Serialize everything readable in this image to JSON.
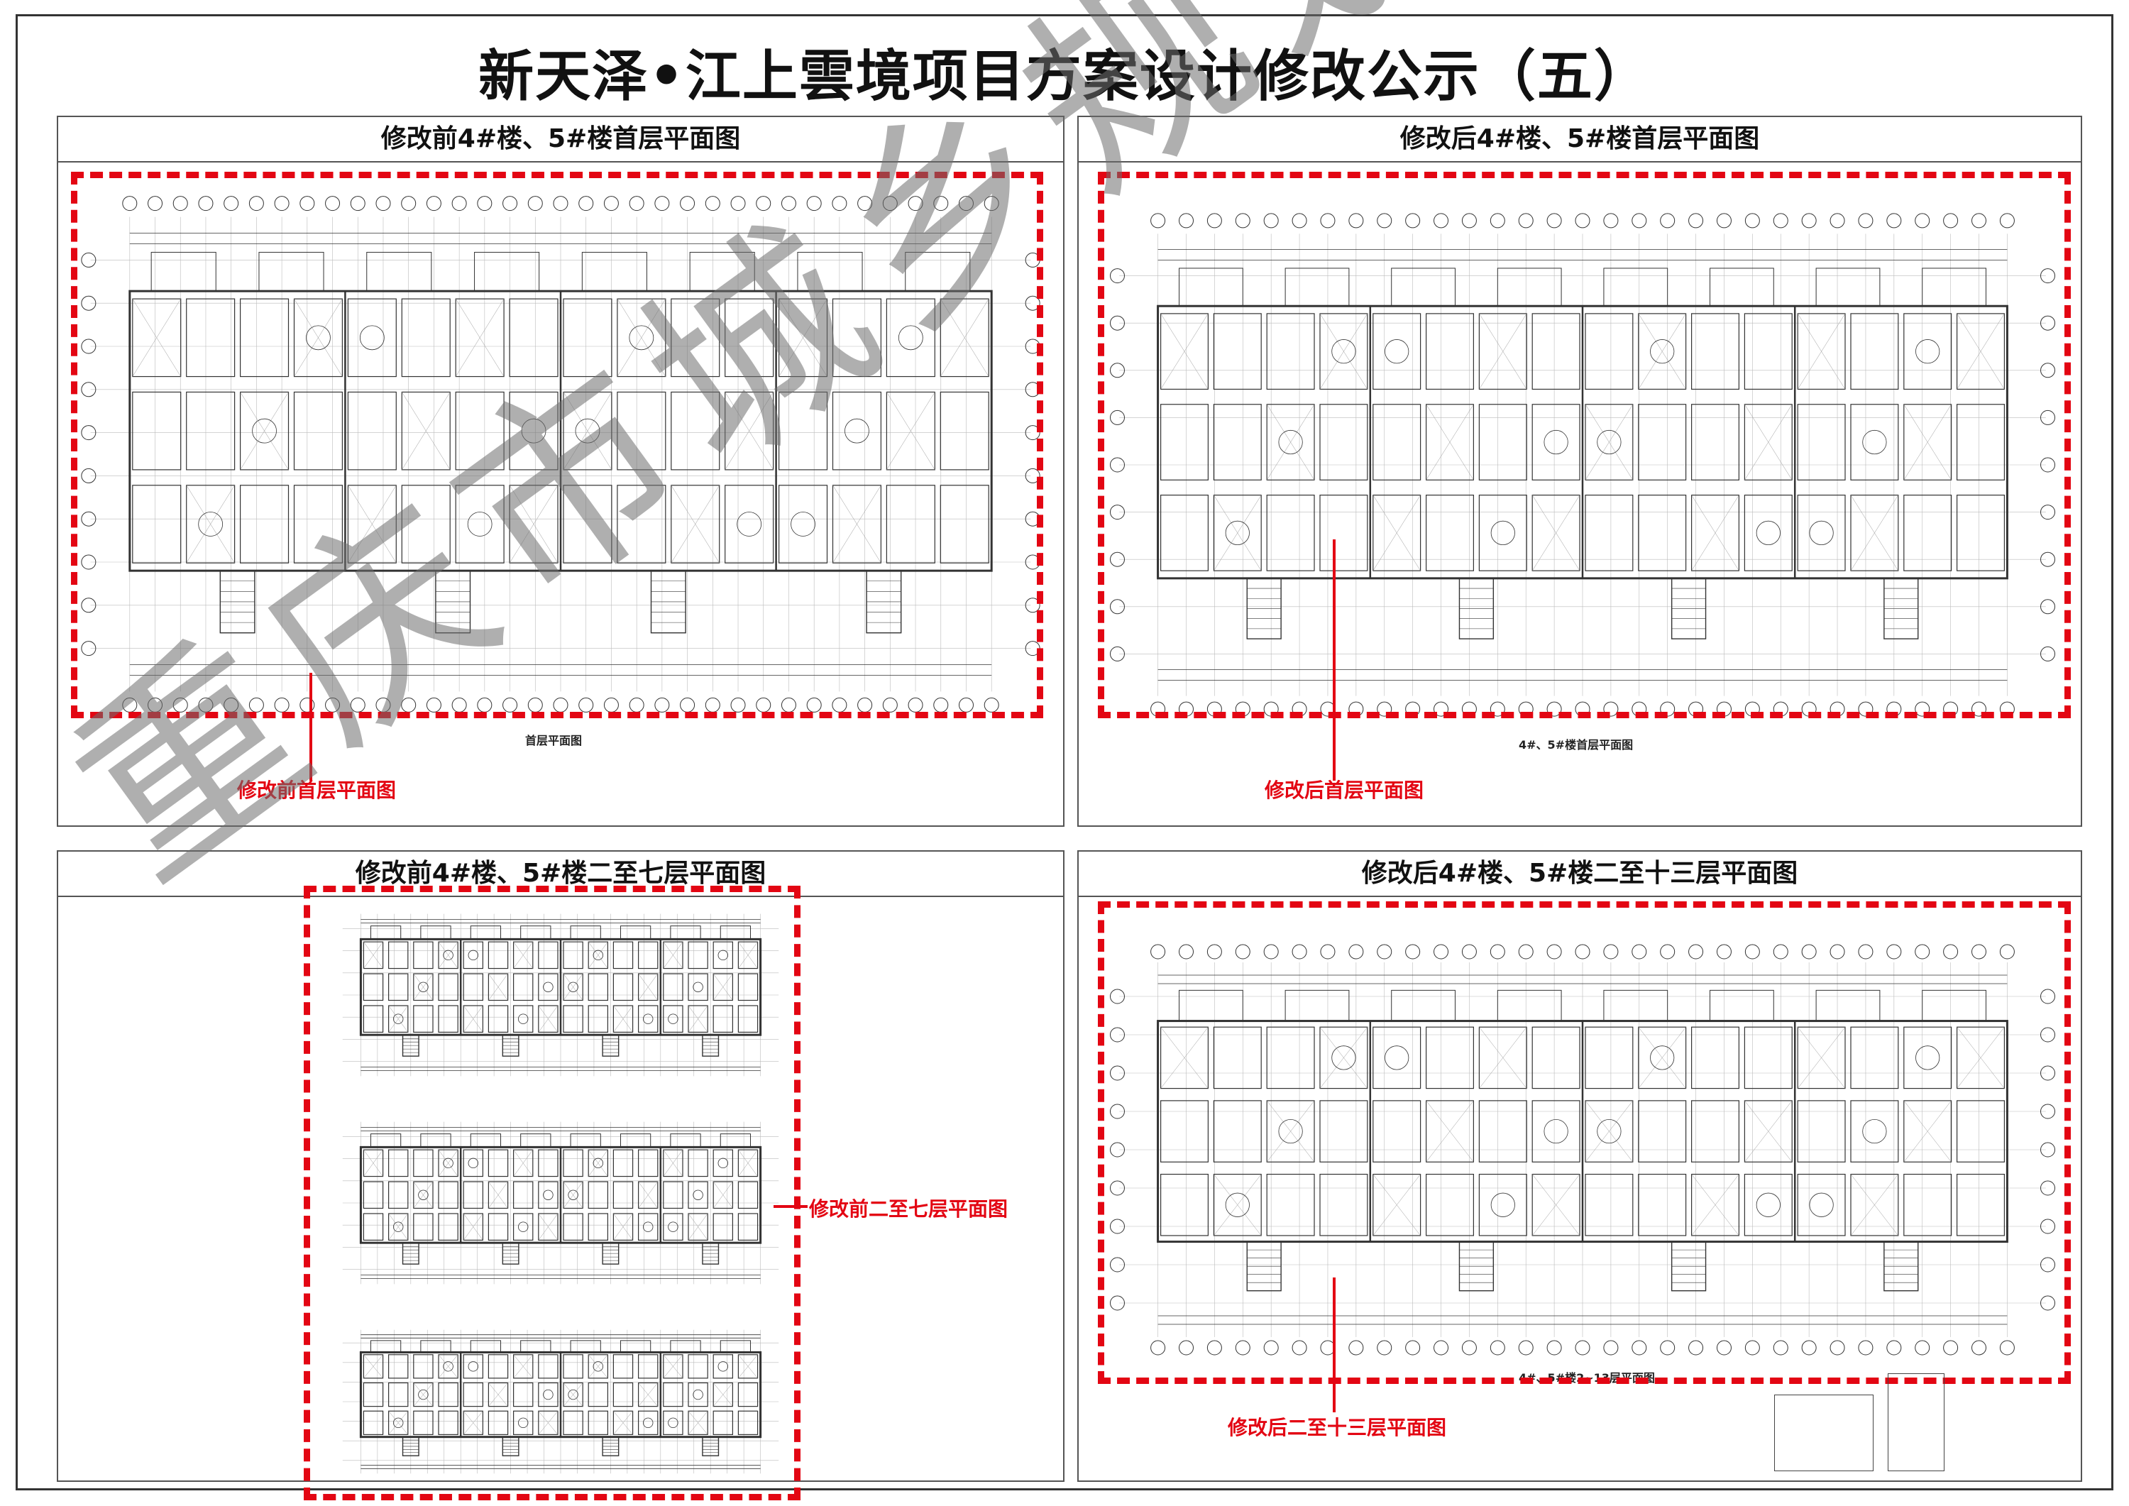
{
  "title": "新天泽•江上雲境项目方案设计修改公示（五）",
  "panels": {
    "top_left": {
      "title": "修改前4#楼、5#楼首层平面图",
      "callout": "修改前首层平面图",
      "caption": "首层平面图"
    },
    "top_right": {
      "title": "修改后4#楼、5#楼首层平面图",
      "callout": "修改后首层平面图",
      "caption": "4#、5#楼首层平面图"
    },
    "bottom_left": {
      "title": "修改前4#楼、5#楼二至七层平面图",
      "callout": "修改前二至七层平面图"
    },
    "bottom_right": {
      "title": "修改后4#楼、5#楼二至十三层平面图",
      "callout": "修改后二至十三层平面图",
      "caption": "4#、5#楼2~13层平面图"
    }
  },
  "watermark": "重庆市城乡规划公示用图",
  "colors": {
    "highlight": "#e30613",
    "watermark": "#6e6e6e"
  }
}
